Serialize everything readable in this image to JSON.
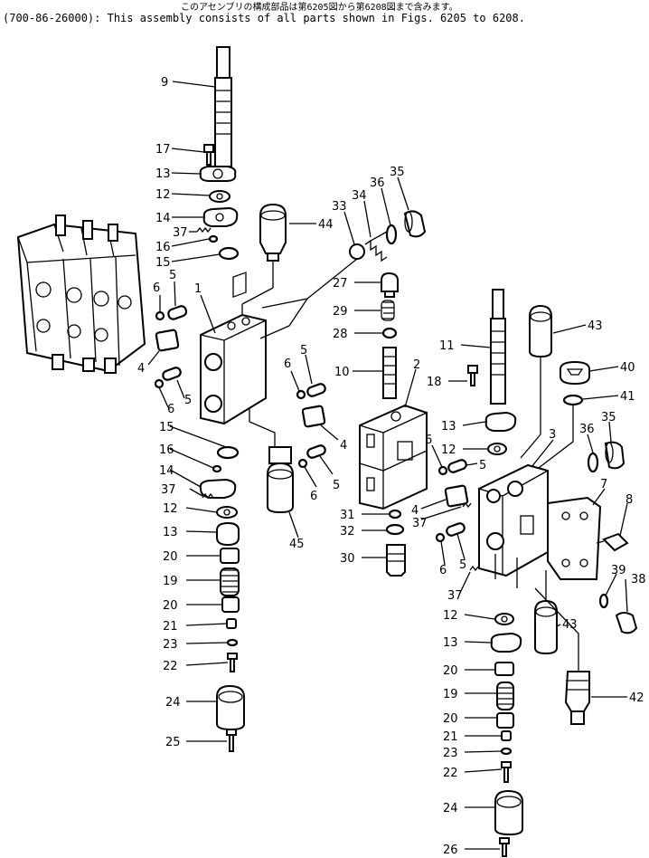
{
  "header": {
    "line1": "このアセンブリの構成部品は第6205図から第6208図まで含みます。",
    "line2": "(700-86-26000): This assembly consists of all parts shown in Figs. 6205 to 6208."
  },
  "callouts": [
    {
      "id": "c9",
      "text": "9"
    },
    {
      "id": "c17",
      "text": "17"
    },
    {
      "id": "c13a",
      "text": "13"
    },
    {
      "id": "c12a",
      "text": "12"
    },
    {
      "id": "c14a",
      "text": "14"
    },
    {
      "id": "c37a",
      "text": "37"
    },
    {
      "id": "c16a",
      "text": "16"
    },
    {
      "id": "c15a",
      "text": "15"
    },
    {
      "id": "c44",
      "text": "44"
    },
    {
      "id": "c33",
      "text": "33"
    },
    {
      "id": "c34",
      "text": "34"
    },
    {
      "id": "c36a",
      "text": "36"
    },
    {
      "id": "c35a",
      "text": "35"
    },
    {
      "id": "c6a",
      "text": "6"
    },
    {
      "id": "c5a",
      "text": "5"
    },
    {
      "id": "c1",
      "text": "1"
    },
    {
      "id": "c4a",
      "text": "4"
    },
    {
      "id": "c5b",
      "text": "5"
    },
    {
      "id": "c6b",
      "text": "6"
    },
    {
      "id": "c27",
      "text": "27"
    },
    {
      "id": "c29",
      "text": "29"
    },
    {
      "id": "c28",
      "text": "28"
    },
    {
      "id": "c10",
      "text": "10"
    },
    {
      "id": "c6c",
      "text": "6"
    },
    {
      "id": "c5c",
      "text": "5"
    },
    {
      "id": "c2",
      "text": "2"
    },
    {
      "id": "c4b",
      "text": "4"
    },
    {
      "id": "c15b",
      "text": "15"
    },
    {
      "id": "c16b",
      "text": "16"
    },
    {
      "id": "c14b",
      "text": "14"
    },
    {
      "id": "c37b",
      "text": "37"
    },
    {
      "id": "c12b",
      "text": "12"
    },
    {
      "id": "c13b",
      "text": "13"
    },
    {
      "id": "c20a",
      "text": "20"
    },
    {
      "id": "c19a",
      "text": "19"
    },
    {
      "id": "c20b",
      "text": "20"
    },
    {
      "id": "c21a",
      "text": "21"
    },
    {
      "id": "c23a",
      "text": "23"
    },
    {
      "id": "c22a",
      "text": "22"
    },
    {
      "id": "c24a",
      "text": "24"
    },
    {
      "id": "c25",
      "text": "25"
    },
    {
      "id": "c45",
      "text": "45"
    },
    {
      "id": "c6d",
      "text": "6"
    },
    {
      "id": "c5d",
      "text": "5"
    },
    {
      "id": "c31",
      "text": "31"
    },
    {
      "id": "c32",
      "text": "32"
    },
    {
      "id": "c30",
      "text": "30"
    },
    {
      "id": "c43a",
      "text": "43"
    },
    {
      "id": "c11",
      "text": "11"
    },
    {
      "id": "c18",
      "text": "18"
    },
    {
      "id": "c40",
      "text": "40"
    },
    {
      "id": "c41",
      "text": "41"
    },
    {
      "id": "c13c",
      "text": "13"
    },
    {
      "id": "c12c",
      "text": "12"
    },
    {
      "id": "c3",
      "text": "3"
    },
    {
      "id": "c36b",
      "text": "36"
    },
    {
      "id": "c35b",
      "text": "35"
    },
    {
      "id": "c6e",
      "text": "6"
    },
    {
      "id": "c5e",
      "text": "5"
    },
    {
      "id": "c4c",
      "text": "4"
    },
    {
      "id": "c37c",
      "text": "37"
    },
    {
      "id": "c7",
      "text": "7"
    },
    {
      "id": "c8",
      "text": "8"
    },
    {
      "id": "c5f",
      "text": "5"
    },
    {
      "id": "c6f",
      "text": "6"
    },
    {
      "id": "c37d",
      "text": "37"
    },
    {
      "id": "c39",
      "text": "39"
    },
    {
      "id": "c38",
      "text": "38"
    },
    {
      "id": "c12d",
      "text": "12"
    },
    {
      "id": "c43b",
      "text": "43"
    },
    {
      "id": "c13d",
      "text": "13"
    },
    {
      "id": "c20c",
      "text": "20"
    },
    {
      "id": "c42",
      "text": "42"
    },
    {
      "id": "c19b",
      "text": "19"
    },
    {
      "id": "c20d",
      "text": "20"
    },
    {
      "id": "c21b",
      "text": "21"
    },
    {
      "id": "c23b",
      "text": "23"
    },
    {
      "id": "c22b",
      "text": "22"
    },
    {
      "id": "c24b",
      "text": "24"
    },
    {
      "id": "c26",
      "text": "26"
    }
  ]
}
